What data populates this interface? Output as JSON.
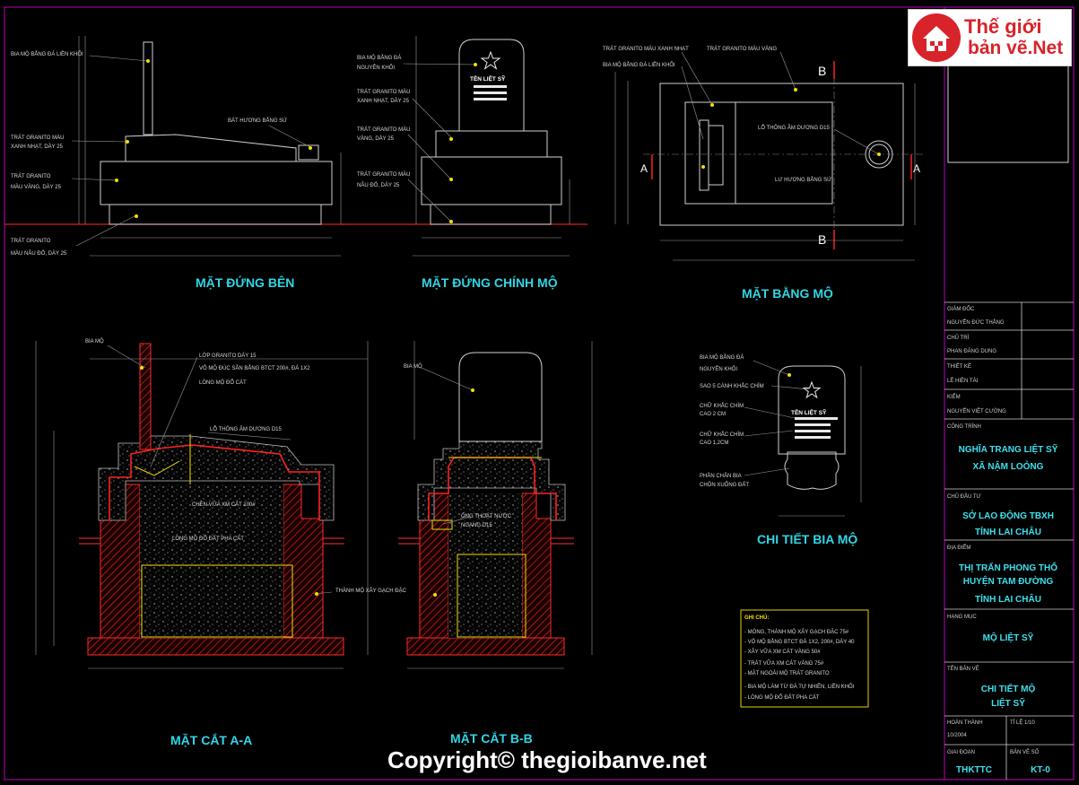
{
  "views": {
    "side_elevation": "MẶT ĐỨNG BÊN",
    "front_elevation": "MẶT ĐỨNG CHÍNH MỘ",
    "plan": "MẶT BẰNG MỘ",
    "section_aa": "MẶT CẮT A-A",
    "section_bb": "MẶT CẮT B-B",
    "headstone_detail": "CHI TIẾT BIA MỘ"
  },
  "labels": {
    "side_bia": "BIA MỘ BẰNG ĐÁ LIỀN KHỐI",
    "side_xanh1": "TRÁT GRANITO MÀU",
    "side_xanh2": "XANH NHẠT, DÀY 25",
    "side_vang1": "TRÁT GRANITO",
    "side_vang2": "MÀU VÀNG, DÀY 25",
    "side_nau1": "TRÁT GRANITO",
    "side_nau2": "MÀU NÂU ĐỎ, DÀY 25",
    "side_batsu": "BÁT HƯƠNG BẰNG SỨ",
    "front_bia1": "BIA MỘ BẰNG ĐÁ",
    "front_bia2": "NGUYÊN KHỐI",
    "front_xanh1": "TRÁT GRANITO MÀU",
    "front_xanh2": "XANH NHẠT, DÀY 25",
    "front_vang1": "TRÁT GRANITO MÀU",
    "front_vang2": "VÀNG, DÀY 25",
    "front_nau1": "TRÁT GRANITO MÀU",
    "front_nau2": "NÂU ĐỎ, DÀY 25",
    "ten_liet_sy": "TÊN LIỆT SỸ",
    "plan_xanh": "TRÁT GRANITO MÀU XANH NHẠT",
    "plan_vang": "TRÁT GRANITO MÀU VÀNG",
    "plan_bia": "BIA MỘ BẰNG ĐÁ LIỀN KHỐI",
    "plan_lo": "LỖ THÔNG ÂM DƯƠNG D15",
    "plan_lu": "LƯ HƯƠNG BẰNG SỨ",
    "mark_a": "A",
    "mark_b": "B",
    "aa_bia": "BIA MỘ",
    "aa_lop": "LỚP GRANITO DÀY 15",
    "aa_vo": "VỎ MỘ ĐÚC SẴN BẰNG BTCT 200#, ĐÁ 1X2",
    "aa_long": "LÒNG MỘ ĐỔ CÁT",
    "aa_lo": "LỖ THÔNG ÂM DƯƠNG D15",
    "aa_chen": "CHÈN VỮA XM CÁT 100#",
    "aa_longmo": "LÒNG MỘ ĐỔ ĐẤT PHA CÁT",
    "aa_thanh": "THÀNH MỘ XÂY GẠCH ĐẶC",
    "bb_bia": "BIA MỘ",
    "bb_ong1": "ỐNG THOÁT NƯỚC",
    "bb_ong2": "NGANG D15",
    "hs_bia1": "BIA MỘ BẰNG ĐÁ",
    "hs_bia2": "NGUYÊN KHỐI",
    "hs_sao": "SAO 5 CÁNH KHẮC CHÌM",
    "hs_chu1a": "CHỮ KHẮC CHÌM",
    "hs_chu1b": "CAO 2 CM",
    "hs_chu2a": "CHỮ KHẮC CHÌM",
    "hs_chu2b": "CAO 1,2CM",
    "hs_chan1": "PHẦN CHÂN BIA",
    "hs_chan2": "CHÔN XUỐNG ĐẤT"
  },
  "notes": {
    "heading": "GHI CHÚ:",
    "items": [
      "- MÓNG, THÀNH MỘ XÂY GẠCH ĐẶC 75#",
      "- VỎ MỘ BẰNG BTCT ĐÁ 1X2, 200#, DÀY 40",
      "- XÂY VỮA XM CÁT VÀNG 50#",
      "- TRÁT VỮA XM CÁT VÀNG 75#",
      "- MẶT NGOÀI MỘ TRÁT GRANITO",
      "- BIA MỘ LÀM TỪ ĐÁ TỰ NHIÊN, LIỀN KHỐI",
      "- LÒNG MỘ ĐỔ ĐẤT PHA CÁT"
    ]
  },
  "titleblock": {
    "giam_doc_label": "GIÁM ĐỐC",
    "giam_doc": "NGUYỄN ĐỨC THẮNG",
    "chu_tri_label": "CHỦ TRÌ",
    "chu_tri": "PHAN ĐĂNG DUNG",
    "thiet_ke_label": "THIẾT KẾ",
    "thiet_ke": "LÊ HIỀN TÀI",
    "kiem_label": "KIỂM",
    "kiem": "NGUYỄN VIỆT CƯỜNG",
    "cong_trinh_label": "CÔNG TRÌNH",
    "cong_trinh_1": "NGHĨA TRANG LIỆT SỸ",
    "cong_trinh_2": "XÃ NẬM LOỎNG",
    "chu_dau_tu_label": "CHỦ ĐẦU TƯ",
    "chu_dau_tu_1": "SỞ LAO ĐỘNG TBXH",
    "chu_dau_tu_2": "TỈNH LAI CHÂU",
    "dia_diem_label": "ĐỊA ĐIỂM",
    "dia_diem_1": "THỊ TRẤN PHONG THỔ",
    "dia_diem_2": "HUYỆN TAM ĐƯỜNG",
    "dia_diem_3": "TỈNH LAI CHÂU",
    "hang_muc_label": "HẠNG MỤC",
    "hang_muc": "MỘ LIỆT SỸ",
    "ten_ban_ve_label": "TÊN BẢN VẼ",
    "ten_ban_ve_1": "CHI TIẾT MỘ",
    "ten_ban_ve_2": "LIỆT SỸ",
    "hoan_thanh_label": "HOÀN THÀNH",
    "hoan_thanh": "10/2004",
    "ti_le_label": "TỈ LỆ 1/10",
    "giai_doan_label": "GIAI ĐOẠN",
    "giai_doan": "THKTTC",
    "ban_ve_so_label": "BẢN VẼ SỐ",
    "ban_ve_so": "KT-0"
  },
  "logo": {
    "line1": "Thế giới",
    "line2a": "bản vẽ.",
    "line2b": "Net"
  },
  "copyright": "Copyright© thegioibanve.net",
  "colors": {
    "background": "#000000",
    "title": "#31d6e6",
    "section_red": "#ff2020",
    "accent_yellow": "#f2e000",
    "border": "#c000c0",
    "logo_red": "#d8232a"
  }
}
